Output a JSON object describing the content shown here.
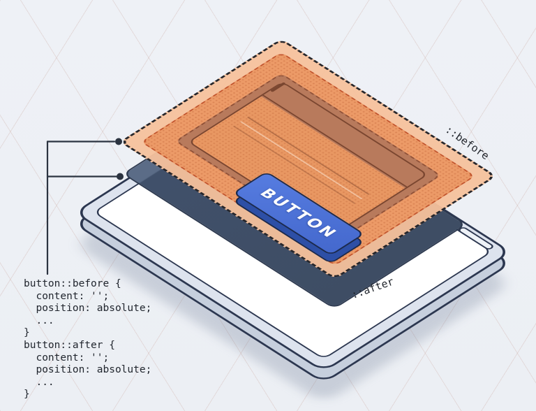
{
  "labels": {
    "before": "::before",
    "after": "::after"
  },
  "button": {
    "label": "BUTTON",
    "face_color": "#4c74d8",
    "side_color": "#2d4fa6"
  },
  "code": {
    "lines": [
      "button::before {",
      "  content: '';",
      "  position: absolute;",
      "  ...",
      "}",
      "button::after {",
      "  content: '';",
      "  position: absolute;",
      "  ...",
      "}"
    ]
  },
  "browser_mockup": {
    "window_control_icons": [
      "close-dot-icon",
      "minimize-dot-icon",
      "maximize-dot-icon"
    ],
    "url_bar_icon": "url-bar"
  },
  "colors": {
    "background": "#edf0f5",
    "grid_line": "#caa69e",
    "before_layer_outer": "#f6c19c",
    "before_layer_inner": "#ec9a67",
    "browser_sheet": "#b87a5c",
    "after_layer": "#3e4d64",
    "tablet_outline": "#2c3750",
    "tablet_bezel": "#dde3ee",
    "connector": "#2b3340",
    "code_text": "#21262e"
  }
}
